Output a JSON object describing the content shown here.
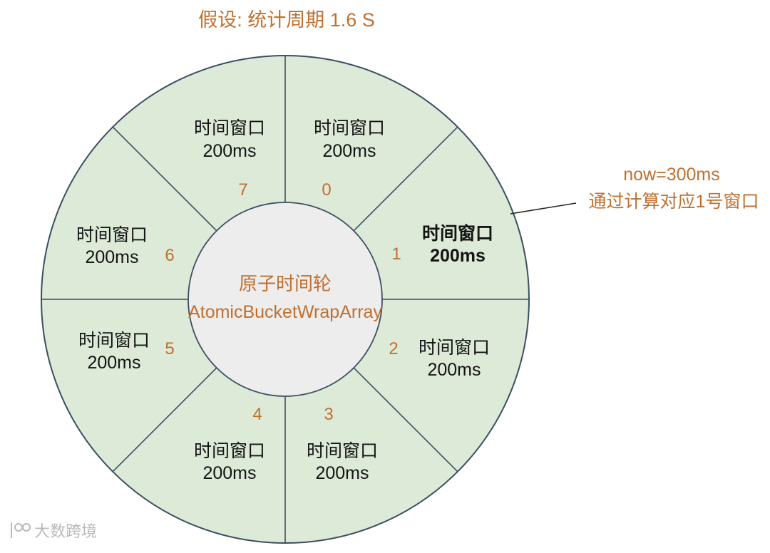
{
  "title": "假设: 统计周期 1.6 S",
  "wheel": {
    "name": "atomic-time-wheel",
    "center_line1": "原子时间轮",
    "center_line2": "AtomicBucketWrapArray",
    "period": "1.6 S",
    "bucket_duration": "200ms",
    "bucket_count": 8
  },
  "segments": [
    {
      "index": "0",
      "label_line1": "时间窗口",
      "label_line2": "200ms"
    },
    {
      "index": "1",
      "label_line1": "时间窗口",
      "label_line2": "200ms"
    },
    {
      "index": "2",
      "label_line1": "时间窗口",
      "label_line2": "200ms"
    },
    {
      "index": "3",
      "label_line1": "时间窗口",
      "label_line2": "200ms"
    },
    {
      "index": "4",
      "label_line1": "时间窗口",
      "label_line2": "200ms"
    },
    {
      "index": "5",
      "label_line1": "时间窗口",
      "label_line2": "200ms"
    },
    {
      "index": "6",
      "label_line1": "时间窗口",
      "label_line2": "200ms"
    },
    {
      "index": "7",
      "label_line1": "时间窗口",
      "label_line2": "200ms"
    }
  ],
  "annotation": {
    "line1": "now=300ms",
    "line2": "通过计算对应1号窗口"
  },
  "watermark": "大数跨境",
  "colors": {
    "accent_orange": "#c06f2f",
    "sector_green": "#dcead7",
    "outline_dark": "#3b4f63",
    "hub_gray": "#ededed",
    "watermark_gray": "#b9b9b9"
  }
}
